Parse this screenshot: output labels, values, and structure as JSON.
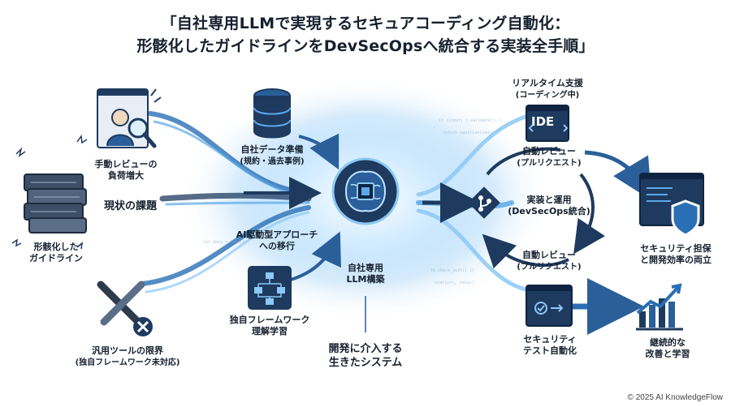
{
  "title": {
    "line1": "「自社専用LLMで実現するセキュアコーディング自動化：",
    "line2": "形骸化したガイドラインをDevSecOpsへ統合する実装全手順」"
  },
  "left": {
    "manual_review_line1": "手動レビューの",
    "manual_review_line2": "負荷増大",
    "current_issues": "現状の課題",
    "guidelines_line1": "形骸化した",
    "guidelines_line2": "ガイドライン",
    "tools_line1": "汎用ツールの限界",
    "tools_line2": "(独自フレームワーク未対応)"
  },
  "middle": {
    "data_prep_line1": "自社データ準備",
    "data_prep_line2": "(規約・過去事例)",
    "ai_approach_line1": "AI駆動型アプローチ",
    "ai_approach_line2": "への移行",
    "framework_line1": "独自フレームワーク",
    "framework_line2": "理解学習",
    "llm_line1": "自社専用",
    "llm_line2": "LLM構築",
    "living_line1": "開発に介入する",
    "living_line2": "生きたシステム"
  },
  "right": {
    "realtime_line1": "リアルタイム支援",
    "realtime_line2": "(コーディング中)",
    "ide_icon_text": "IDE",
    "review_top_line1": "自動レビュー",
    "review_top_line2": "(プルリクエスト)",
    "ops_line1": "実装と運用",
    "ops_line2": "(DevSecOps統合)",
    "review_bottom_line1": "自動レビュー",
    "review_bottom_line2": "(プルリクエスト)",
    "sectest_line1": "セキュリティ",
    "sectest_line2": "テスト自動化",
    "balance_line1": "セキュリティ担保",
    "balance_line2": "と開発効率の両立",
    "improve_line1": "継続的な",
    "improve_line2": "改善と学習"
  },
  "footer": {
    "copyright": "© 2025 AI KnowledgeFlow"
  },
  "colors": {
    "navy": "#1e3a5f",
    "blue": "#2a6fb5",
    "light_blue": "#5aa8e8",
    "glow": "#bfe4ff",
    "text": "#16202e"
  }
}
